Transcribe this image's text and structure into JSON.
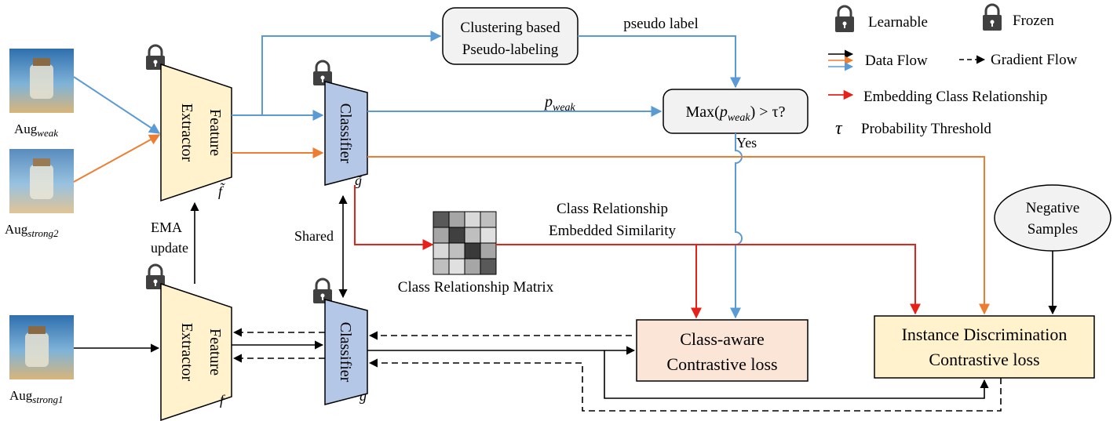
{
  "legend": {
    "learnable": "Learnable",
    "frozen": "Frozen",
    "data_flow": "Data Flow",
    "gradient_flow": "Gradient Flow",
    "embedding": "Embedding Class Relationship",
    "tau_symbol": "τ",
    "tau_desc": "Probability Threshold"
  },
  "inputs": {
    "aug_prefix": "Aug",
    "weak_sub": "weak",
    "strong2_sub": "strong2",
    "strong1_sub": "strong1"
  },
  "top": {
    "feature_extractor_line1": "Feature",
    "feature_extractor_line2": "Extractor",
    "f_tilde": "f̃",
    "classifier": "Classifier",
    "g_tilde": "g̃"
  },
  "bottom": {
    "feature_extractor_line1": "Feature",
    "feature_extractor_line2": "Extractor",
    "f": "f",
    "classifier": "Classifier",
    "g": "g"
  },
  "clustering": {
    "line1": "Clustering based",
    "line2": "Pseudo-labeling"
  },
  "pseudo_label": "pseudo label",
  "p_weak": {
    "p": "p",
    "sub": "weak"
  },
  "threshold_box": {
    "pre": "Max(",
    "p": "p",
    "sub": "weak",
    "post": ") > τ?"
  },
  "yes": "Yes",
  "ema": {
    "line1": "EMA",
    "line2": "update"
  },
  "shared": "Shared",
  "class_rel_matrix_label": "Class Relationship Matrix",
  "crs": {
    "line1": "Class Relationship",
    "line2": "Embedded Similarity"
  },
  "negative_samples": {
    "line1": "Negative",
    "line2": "Samples"
  },
  "class_aware": {
    "line1": "Class-aware",
    "line2": "Contrastive loss"
  },
  "instance": {
    "line1": "Instance Discrimination",
    "line2": "Contrastive loss"
  },
  "colors": {
    "blue": "#5b9bd5",
    "orange": "#ed7d31",
    "red": "#e8201a",
    "fe_fill": "#fff2cc",
    "cls_fill": "#b4c7e7",
    "class_aware_fill": "#fbe5d6",
    "instance_fill": "#fff2cc",
    "box_fill": "#f2f2f2",
    "lock": "#404040"
  },
  "matrix_shades": [
    [
      "#595959",
      "#a6a6a6",
      "#d9d9d9",
      "#bfbfbf"
    ],
    [
      "#a6a6a6",
      "#404040",
      "#bfbfbf",
      "#e0e0e0"
    ],
    [
      "#d9d9d9",
      "#bfbfbf",
      "#3a3a3a",
      "#a6a6a6"
    ],
    [
      "#bfbfbf",
      "#e0e0e0",
      "#a6a6a6",
      "#595959"
    ]
  ]
}
